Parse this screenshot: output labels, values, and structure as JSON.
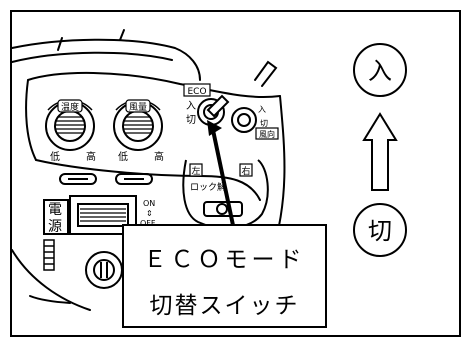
{
  "dial_labels": {
    "left_dial_top": "温度",
    "right_dial_top": "風量",
    "low": "低",
    "high": "高"
  },
  "switch_labels": {
    "eco": "ECO",
    "on": "入",
    "off": "切",
    "wind": "風向"
  },
  "side_labels": {
    "power_line1": "電",
    "power_line2": "源",
    "on": "ON",
    "off": "OFF",
    "lock_left": "左",
    "lock_mid": "ロック解",
    "lock_right": "右"
  },
  "callout": {
    "line1": "ＥＣＯモード",
    "line2": "切替スイッチ"
  },
  "direction": {
    "on": "入",
    "off": "切"
  }
}
